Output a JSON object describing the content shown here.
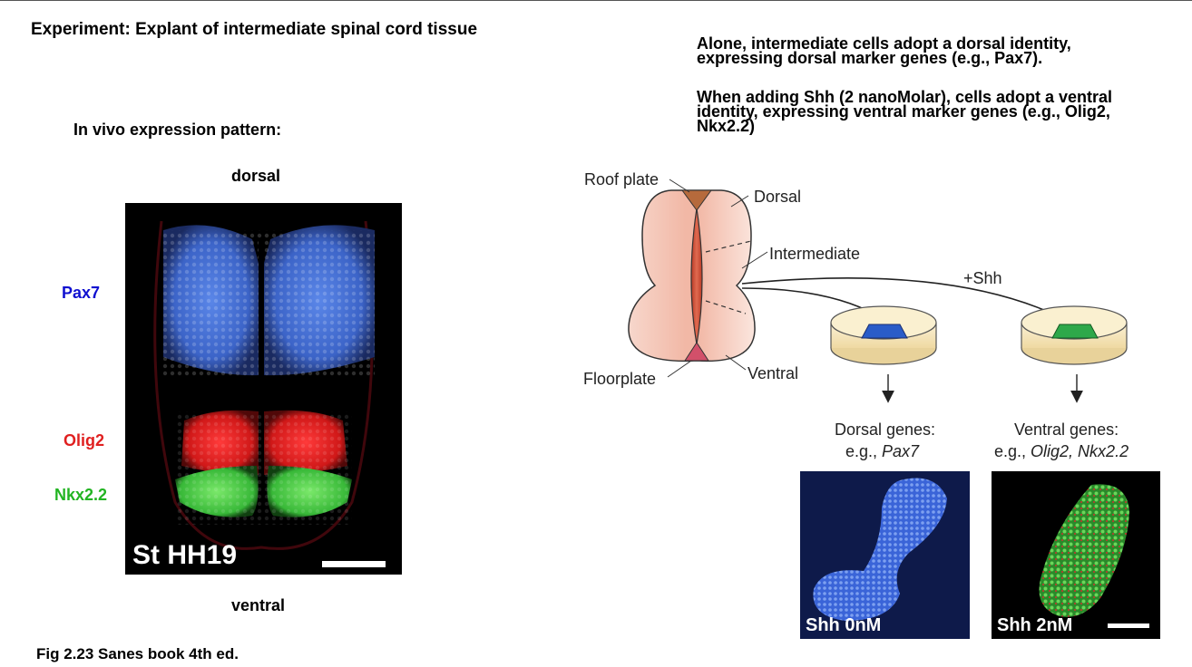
{
  "title": "Experiment: Explant of intermediate spinal cord tissue",
  "left_panel": {
    "heading": "In vivo expression pattern:",
    "dorsal": "dorsal",
    "ventral": "ventral",
    "markers": {
      "pax7": "Pax7",
      "olig2": "Olig2",
      "nkx22": "Nkx2.2"
    },
    "image_label": "St HH19"
  },
  "caption": "Fig 2.23 Sanes book 4th ed.",
  "description": {
    "p1_line1": "Alone, intermediate cells adopt a dorsal identity,",
    "p1_line2": "expressing dorsal marker genes (e.g., Pax7).",
    "p2_line1": "When adding Shh (2 nanoMolar), cells adopt a ventral",
    "p2_line2": "identity, expressing ventral marker genes (e.g., Olig2,",
    "p2_line3": "Nkx2.2)"
  },
  "diagram": {
    "roof_plate": "Roof plate",
    "dorsal": "Dorsal",
    "intermediate": "Intermediate",
    "floorplate": "Floorplate",
    "ventral": "Ventral",
    "plus_shh": "+Shh",
    "dorsal_genes": "Dorsal genes:",
    "dorsal_eg_prefix": "e.g., ",
    "dorsal_eg": "Pax7",
    "ventral_genes": "Ventral genes:",
    "ventral_eg_prefix": "e.g., ",
    "ventral_eg": "Olig2, Nkx2.2"
  },
  "explants": {
    "left_label": "Shh 0nM",
    "right_label": "Shh 2nM"
  },
  "colors": {
    "pax7": "#1010d0",
    "olig2": "#e02020",
    "nkx22": "#22b422",
    "dorsal_explant": "#2a5cc8",
    "ventral_explant": "#2ea84a"
  }
}
